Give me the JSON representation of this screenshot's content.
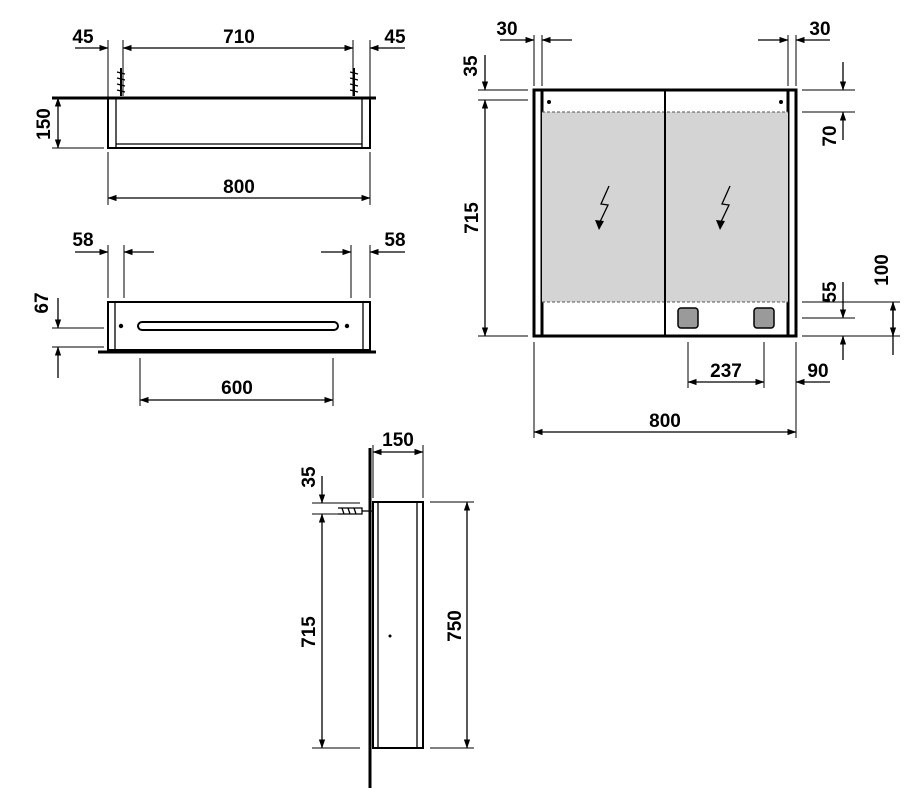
{
  "top_view": {
    "dim_left_margin": "45",
    "dim_span": "710",
    "dim_right_margin": "45",
    "dim_depth": "150",
    "dim_width": "800"
  },
  "bottom_view": {
    "dim_left_inset": "58",
    "dim_right_inset": "58",
    "dim_height": "67",
    "dim_light_length": "600"
  },
  "front_view": {
    "dim_left_frame": "30",
    "dim_right_frame": "30",
    "dim_top": "35",
    "dim_right_top": "70",
    "dim_height": "715",
    "dim_bottom_100": "100",
    "dim_bottom_55": "55",
    "dim_socket_spacing": "237",
    "dim_socket_edge": "90",
    "dim_width": "800"
  },
  "side_view": {
    "dim_depth": "150",
    "dim_top": "35",
    "dim_body_height": "715",
    "dim_total_height": "750"
  },
  "icons": [
    "lightning-icon",
    "socket-icon"
  ],
  "colors": {
    "line": "#000000",
    "mirror_fill": "#d4d4d4",
    "socket_fill": "#9a9a9a"
  }
}
